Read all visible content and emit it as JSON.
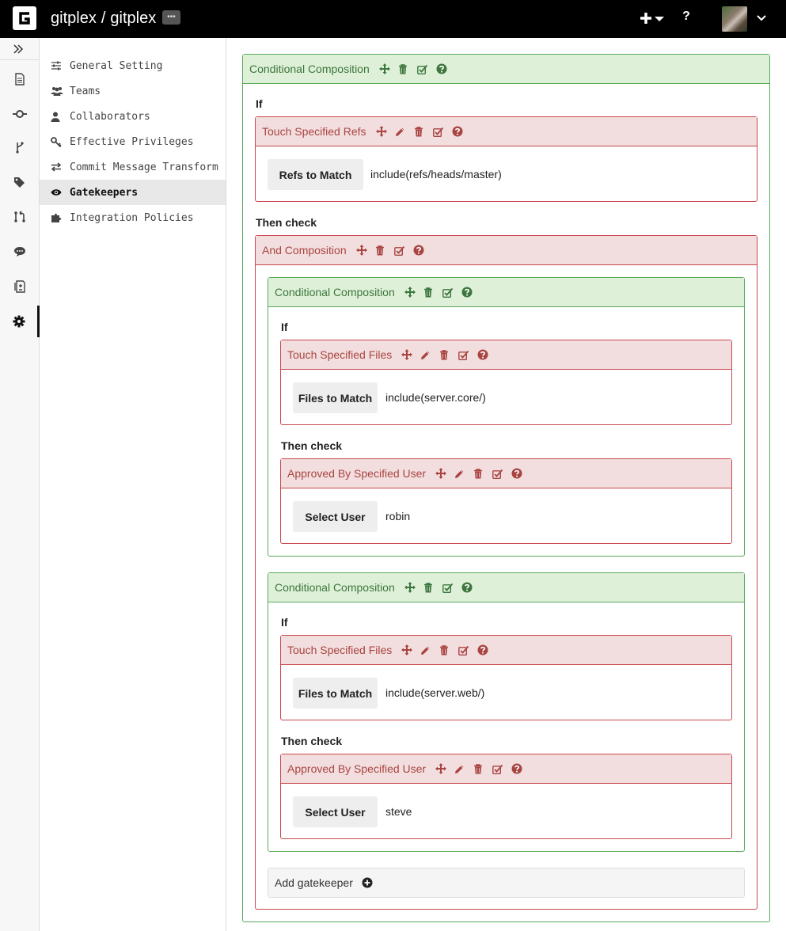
{
  "header": {
    "project_owner": "gitplex",
    "separator": "/",
    "project_name": "gitplex",
    "more_label": "•••",
    "help_label": "?"
  },
  "menu": {
    "items": [
      {
        "label": "General Setting",
        "icon": "sliders-icon"
      },
      {
        "label": "Teams",
        "icon": "users-icon"
      },
      {
        "label": "Collaborators",
        "icon": "user-icon"
      },
      {
        "label": "Effective Privileges",
        "icon": "key-icon"
      },
      {
        "label": "Commit Message Transform",
        "icon": "exchange-icon"
      },
      {
        "label": "Gatekeepers",
        "icon": "eye-icon",
        "active": true
      },
      {
        "label": "Integration Policies",
        "icon": "puzzle-icon"
      }
    ]
  },
  "gatekeeper": {
    "root_title": "Conditional Composition",
    "if_label": "If",
    "then_label": "Then check",
    "refs": {
      "title": "Touch Specified Refs",
      "field": "Refs to Match",
      "value": "include(refs/heads/master)"
    },
    "and": {
      "title": "And Composition"
    },
    "cond1": {
      "title": "Conditional Composition",
      "if_label": "If",
      "then_label": "Then check",
      "files": {
        "title": "Touch Specified Files",
        "field": "Files to Match",
        "value": "include(server.core/)"
      },
      "approve": {
        "title": "Approved By Specified User",
        "field": "Select User",
        "value": "robin"
      }
    },
    "cond2": {
      "title": "Conditional Composition",
      "if_label": "If",
      "then_label": "Then check",
      "files": {
        "title": "Touch Specified Files",
        "field": "Files to Match",
        "value": "include(server.web/)"
      },
      "approve": {
        "title": "Approved By Specified User",
        "field": "Select User",
        "value": "steve"
      }
    },
    "add_label": "Add gatekeeper"
  },
  "colors": {
    "green_header": "#dff0d8",
    "green_text": "#3c763d",
    "red_header": "#f2dede",
    "red_text": "#a94442"
  }
}
